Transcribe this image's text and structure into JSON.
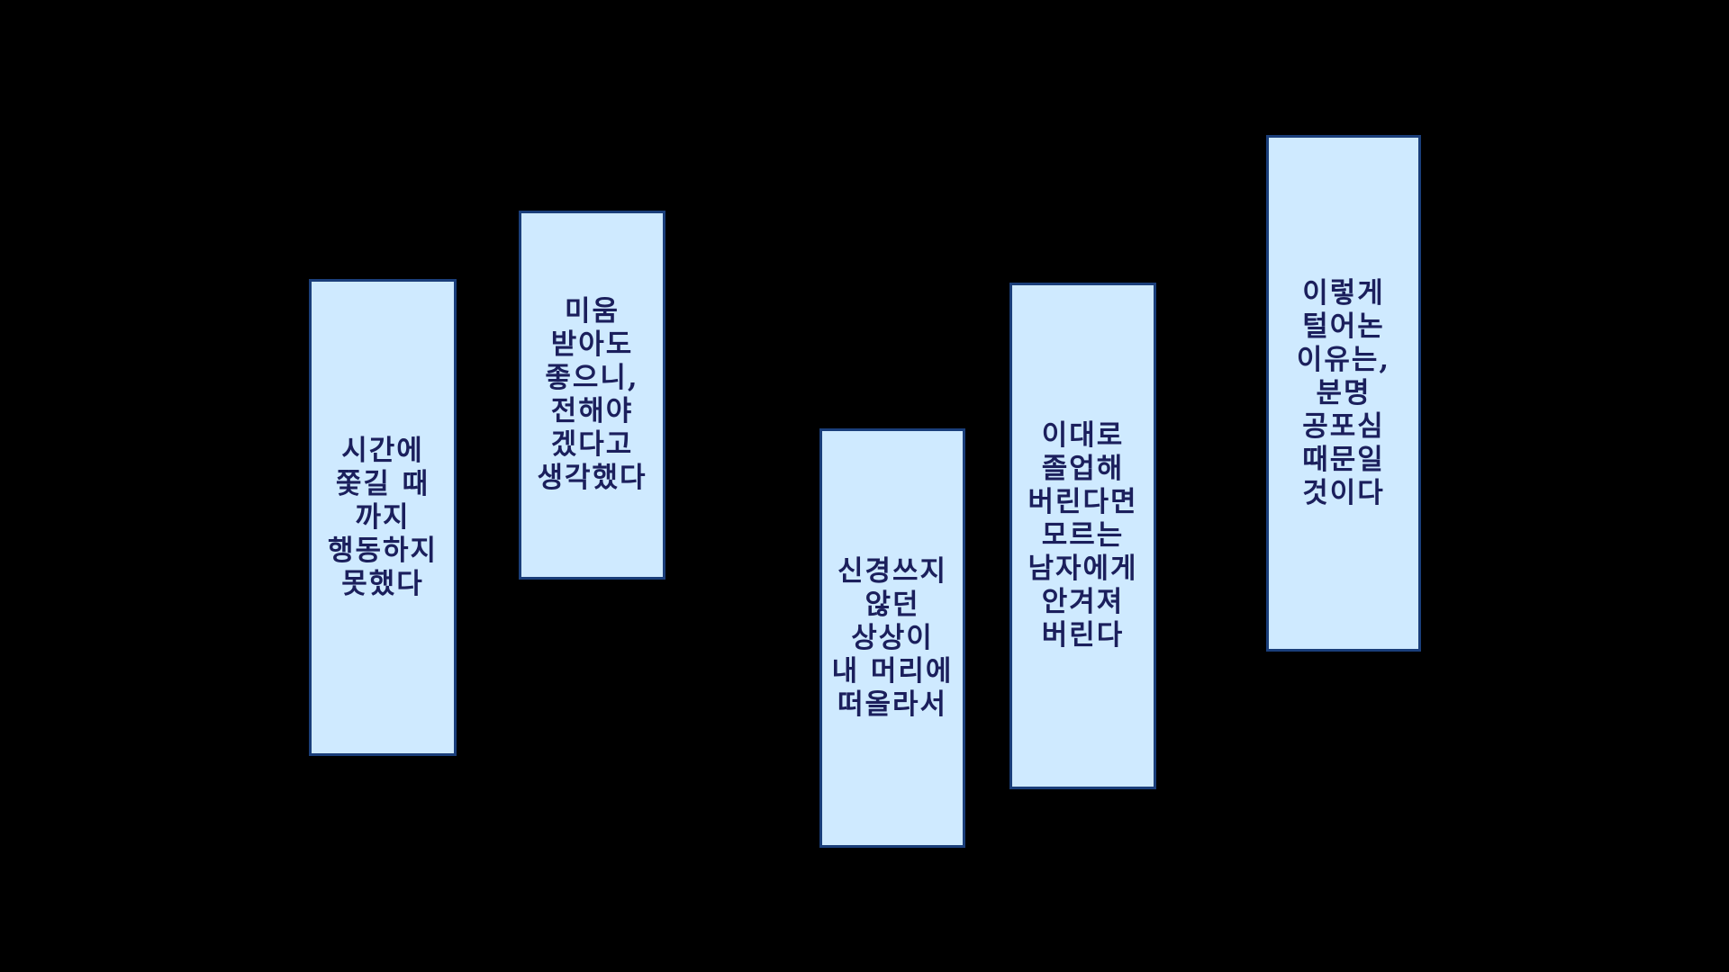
{
  "captions": [
    {
      "lines": [
        "시간에",
        "쫓길 때",
        "까지",
        "행동하지",
        "못했다"
      ]
    },
    {
      "lines": [
        "미움",
        "받아도",
        "좋으니,",
        "전해야",
        "겠다고",
        "생각했다"
      ]
    },
    {
      "lines": [
        "신경쓰지",
        "않던",
        "상상이",
        "내 머리에",
        "떠올라서"
      ]
    },
    {
      "lines": [
        "이대로",
        "졸업해",
        "버린다면",
        "모르는",
        "남자에게",
        "안겨져",
        "버린다"
      ]
    },
    {
      "lines": [
        "이렇게",
        "털어논",
        "이유는,",
        "분명",
        "공포심",
        "때문일",
        "것이다"
      ]
    }
  ],
  "colors": {
    "background": "#000000",
    "box_fill": "#cfeaff",
    "box_border": "#1a3e7a",
    "text": "#1b1f5c"
  }
}
